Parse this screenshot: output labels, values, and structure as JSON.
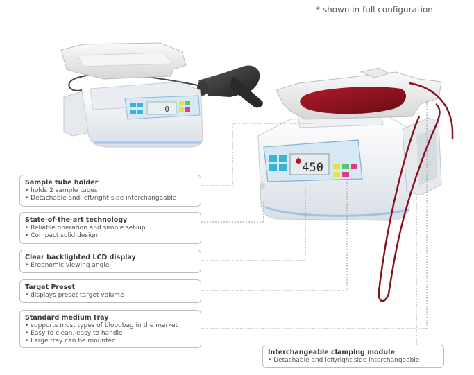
{
  "note": "* shown in full configuration",
  "lcd_reading": "450",
  "callouts": [
    {
      "title": "Sample tube holder",
      "bullets": [
        "holds 2 sample tubes",
        "Detachable and left/right side interchangeable"
      ]
    },
    {
      "title": "State-of-the-art technology",
      "bullets": [
        "Reliable operation and simple set-up",
        "Compact solid design"
      ]
    },
    {
      "title": "Clear backlighted LCD display",
      "bullets": [
        "Ergonomic viewing angle"
      ]
    },
    {
      "title": "Target Preset",
      "bullets": [
        "displays preset target volume"
      ]
    },
    {
      "title": "Standard medium tray",
      "bullets": [
        "supports most types of bloodbag in the market",
        "Easy to clean, easy to handle",
        "Large tray can be mounted"
      ]
    },
    {
      "title": "Interchangeable clamping module",
      "bullets": [
        "Detachable and left/right side interchangeable"
      ]
    }
  ],
  "colors": {
    "device_body": "#eef2f6",
    "panel_blue": "#5aa7d8",
    "blood": "#8a1020",
    "key_yellow": "#e8e23a",
    "key_green": "#5cc46a",
    "key_pink": "#e03a8a",
    "key_cyan": "#37b4d8"
  }
}
